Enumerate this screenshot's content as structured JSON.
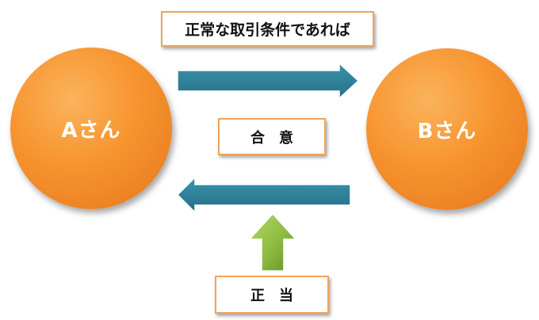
{
  "diagram": {
    "condition_label": "正常な取引条件であれば",
    "party_a": "Aさん",
    "party_b": "Bさん",
    "agreement_label": "合　意",
    "legitimacy_label": "正　当"
  },
  "colors": {
    "circle_light": "#f9a64a",
    "circle_dark": "#e5761c",
    "arrow_teal": "#2e7f98",
    "arrow_green_light": "#a8cf55",
    "arrow_green_dark": "#5f8c2c",
    "box_border": "#f0a35a"
  },
  "icons": {
    "right_arrow": "right-arrow",
    "left_arrow": "left-arrow",
    "up_arrow": "up-arrow"
  }
}
